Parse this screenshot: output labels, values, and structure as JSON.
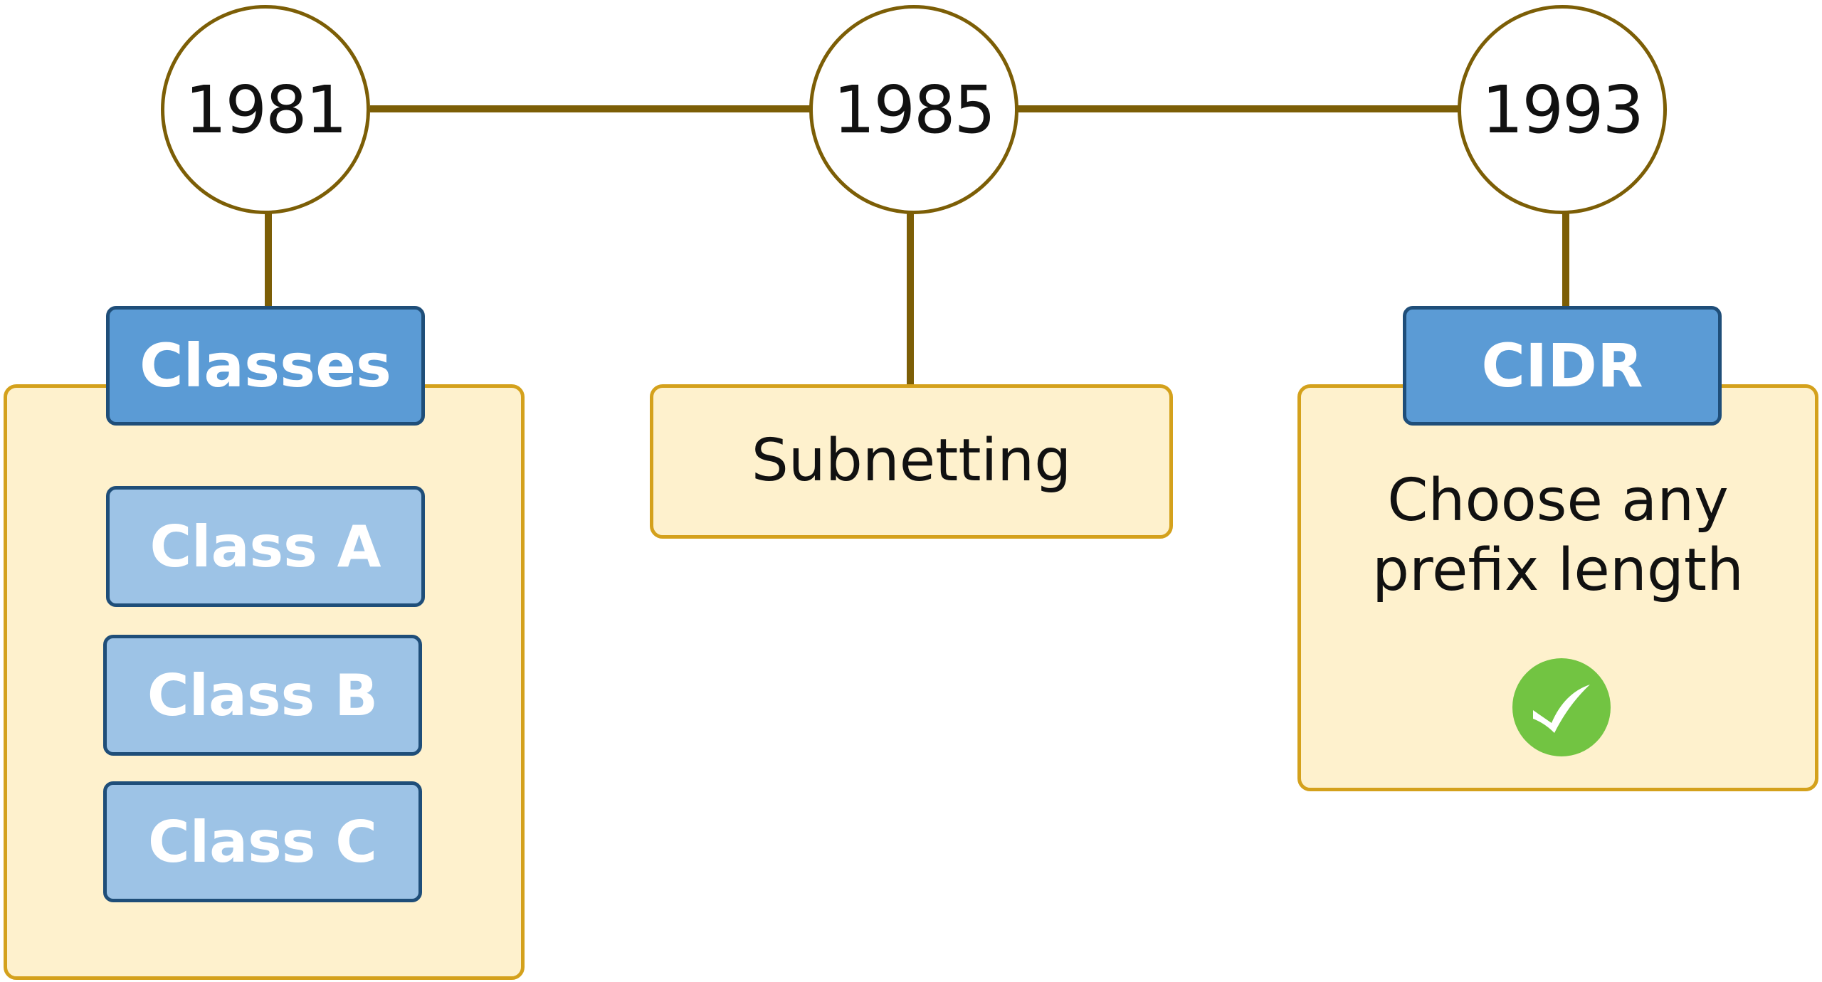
{
  "timeline": {
    "events": [
      {
        "year": "1981",
        "tag": "Classes",
        "items": [
          "Class A",
          "Class B",
          "Class C"
        ]
      },
      {
        "year": "1985",
        "label": "Subnetting"
      },
      {
        "year": "1993",
        "tag": "CIDR",
        "description_line1": "Choose any",
        "description_line2": "prefix length",
        "icon": "check-icon"
      }
    ]
  },
  "colors": {
    "connector": "#7c5e06",
    "panel_fill": "#fef1cd",
    "panel_border": "#d4a11c",
    "tag_fill": "#5b9bd5",
    "sub_tag_fill": "#9dc3e6",
    "tag_border": "#1f4e79",
    "check_green": "#72c442"
  }
}
